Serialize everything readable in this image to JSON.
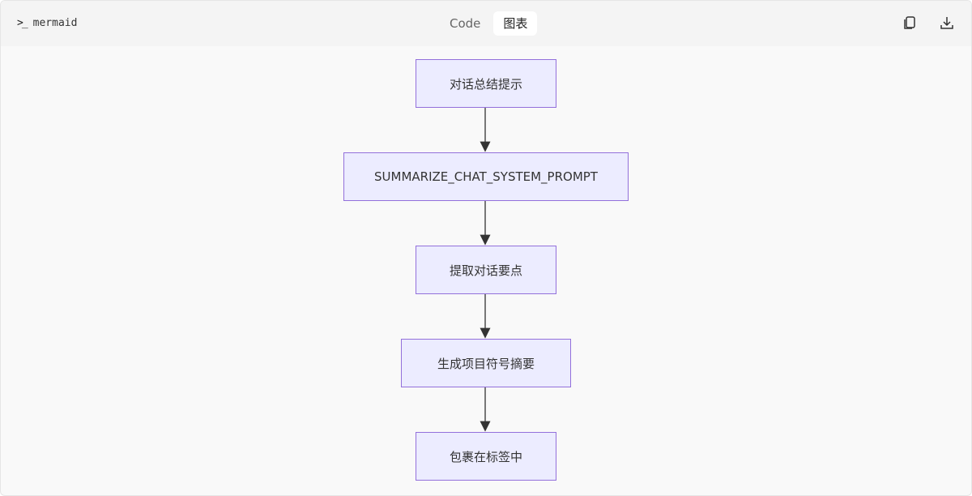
{
  "header": {
    "language": "mermaid",
    "tabs": [
      {
        "label": "Code",
        "active": false
      },
      {
        "label": "图表",
        "active": true
      }
    ],
    "actions": {
      "copy_icon": "copy-icon",
      "download_icon": "download-icon"
    }
  },
  "diagram": {
    "type": "flowchart-TD",
    "nodes": [
      {
        "id": "A",
        "label": "对话总结提示"
      },
      {
        "id": "B",
        "label": "SUMMARIZE_CHAT_SYSTEM_PROMPT"
      },
      {
        "id": "C",
        "label": "提取对话要点"
      },
      {
        "id": "D",
        "label": "生成项目符号摘要"
      },
      {
        "id": "E",
        "label": "包裹在标签中"
      }
    ],
    "edges": [
      {
        "from": "A",
        "to": "B"
      },
      {
        "from": "B",
        "to": "C"
      },
      {
        "from": "C",
        "to": "D"
      },
      {
        "from": "D",
        "to": "E"
      }
    ],
    "colors": {
      "node_fill": "#ececff",
      "node_stroke": "#9370db",
      "edge": "#333333"
    }
  }
}
